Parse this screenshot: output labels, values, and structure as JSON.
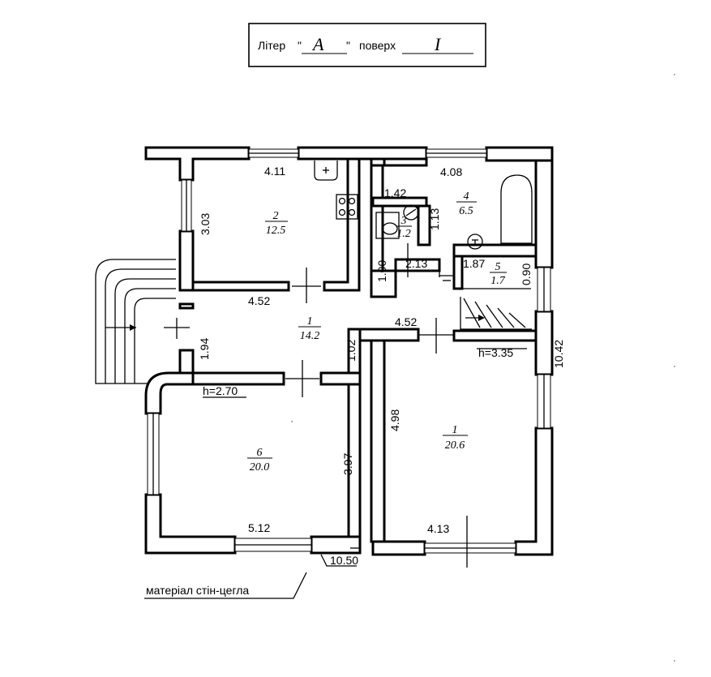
{
  "header": {
    "liter_label": "Літер",
    "liter_open_quote": "\"",
    "liter_value": "A",
    "liter_close_quote": "\"",
    "floor_label": "поверх",
    "floor_value": "I"
  },
  "rooms": [
    {
      "id": "r1-hall",
      "number": "1",
      "area": "14.2"
    },
    {
      "id": "r2-kitchen",
      "number": "2",
      "area": "12.5"
    },
    {
      "id": "r3-wc",
      "number": "3",
      "area": "1.2"
    },
    {
      "id": "r4-bath",
      "number": "4",
      "area": "6.5"
    },
    {
      "id": "r5-store",
      "number": "5",
      "area": "1.7"
    },
    {
      "id": "r6-room",
      "number": "6",
      "area": "20.0"
    },
    {
      "id": "r7-room",
      "number": "1",
      "area": "20.6"
    }
  ],
  "dimensions": {
    "d_4_11": "4.11",
    "d_3_03": "3.03",
    "d_4_08": "4.08",
    "d_1_42": "1.42",
    "d_1_13": "1.13",
    "d_2_13": "2.13",
    "d_1_87": "1.87",
    "d_0_90": "0.90",
    "d_1_00": "1.00",
    "d_4_52_a": "4.52",
    "d_4_52_b": "4.52",
    "d_1_94": "1.94",
    "d_1_02": "1.02",
    "d_h_3_35": "h=3.35",
    "d_10_42": "10.42",
    "d_h_2_70": "h=2.70",
    "d_4_98": "4.98",
    "d_3_97": "3.97",
    "d_5_12": "5.12",
    "d_4_13": "4.13",
    "d_10_50": "10.50"
  },
  "material_note": "матеріал стін-цегла"
}
